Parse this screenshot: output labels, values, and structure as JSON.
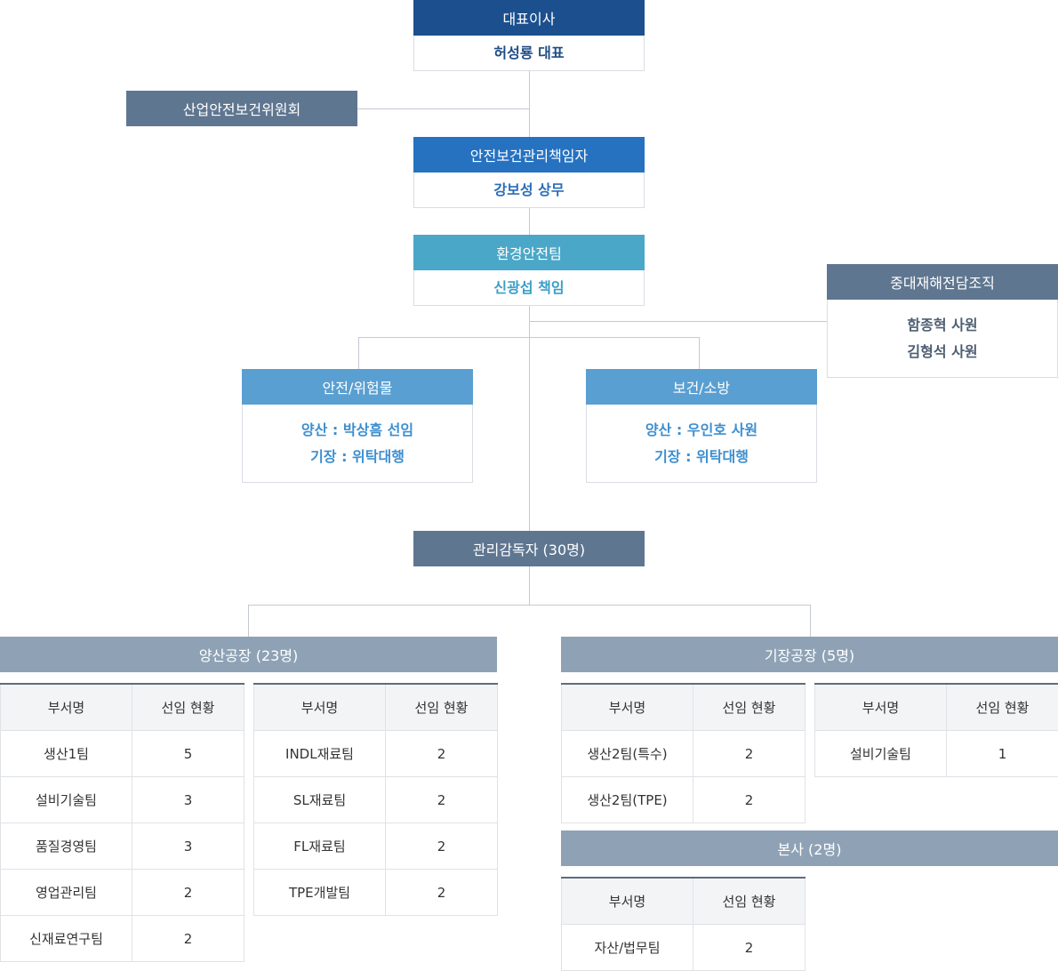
{
  "ceo": {
    "title": "대표이사",
    "name": "허성룡 대표"
  },
  "committee": {
    "title": "산업안전보건위원회"
  },
  "safety_manager": {
    "title": "안전보건관리책임자",
    "name": "강보성 상무"
  },
  "env_team": {
    "title": "환경안전팀",
    "name": "신광섭 책임"
  },
  "disaster_org": {
    "title": "중대재해전담조직",
    "members": [
      "함종혁 사원",
      "김형석 사원"
    ]
  },
  "safety_hazard": {
    "title": "안전/위험물",
    "lines": [
      "양산 : 박상흠 선임",
      "기장 : 위탁대행"
    ]
  },
  "health_fire": {
    "title": "보건/소방",
    "lines": [
      "양산 : 우인호 사원",
      "기장 : 위탁대행"
    ]
  },
  "supervisors": {
    "title": "관리감독자 (30명)"
  },
  "columns": {
    "dept": "부서명",
    "status": "선임 현황"
  },
  "yangsan": {
    "title": "양산공장 (23명)",
    "left_rows": [
      {
        "dept": "생산1팀",
        "count": "5"
      },
      {
        "dept": "설비기술팀",
        "count": "3"
      },
      {
        "dept": "품질경영팀",
        "count": "3"
      },
      {
        "dept": "영업관리팀",
        "count": "2"
      },
      {
        "dept": "신재료연구팀",
        "count": "2"
      }
    ],
    "right_rows": [
      {
        "dept": "INDL재료팀",
        "count": "2"
      },
      {
        "dept": "SL재료팀",
        "count": "2"
      },
      {
        "dept": "FL재료팀",
        "count": "2"
      },
      {
        "dept": "TPE개발팀",
        "count": "2"
      }
    ]
  },
  "gijang": {
    "title": "기장공장 (5명)",
    "left_rows": [
      {
        "dept": "생산2팀(특수)",
        "count": "2"
      },
      {
        "dept": "생산2팀(TPE)",
        "count": "2"
      }
    ],
    "right_rows": [
      {
        "dept": "설비기술팀",
        "count": "1"
      }
    ]
  },
  "hq": {
    "title": "본사 (2명)",
    "rows": [
      {
        "dept": "자산/법무팀",
        "count": "2"
      }
    ]
  }
}
